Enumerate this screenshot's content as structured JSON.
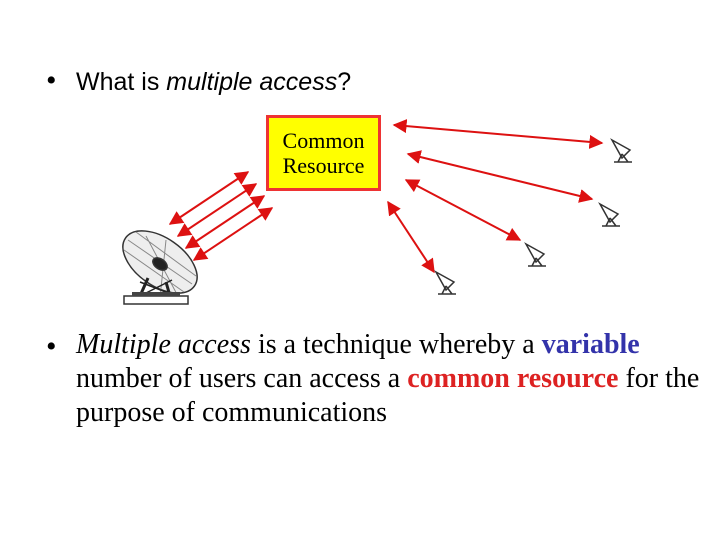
{
  "bullet_glyph": "•",
  "question": {
    "prefix": "What is ",
    "term": "multiple access",
    "suffix": "?"
  },
  "diagram": {
    "resource_label_line1": "Common",
    "resource_label_line2": "Resource",
    "arrow_color": "#dd1111",
    "icons": [
      "satellite-dish-icon",
      "antenna-icon"
    ]
  },
  "definition": {
    "term": "Multiple access",
    "part1": " is a technique whereby a ",
    "highlight1": "variable",
    "part2": "number of users can access a ",
    "highlight2": "common resource",
    "part3": " for the",
    "part4": "purpose of communications"
  },
  "colors": {
    "highlight_blue": "#3333aa",
    "highlight_red": "#dd2222",
    "box_fill": "#ffff00",
    "box_border": "#ee3333"
  }
}
